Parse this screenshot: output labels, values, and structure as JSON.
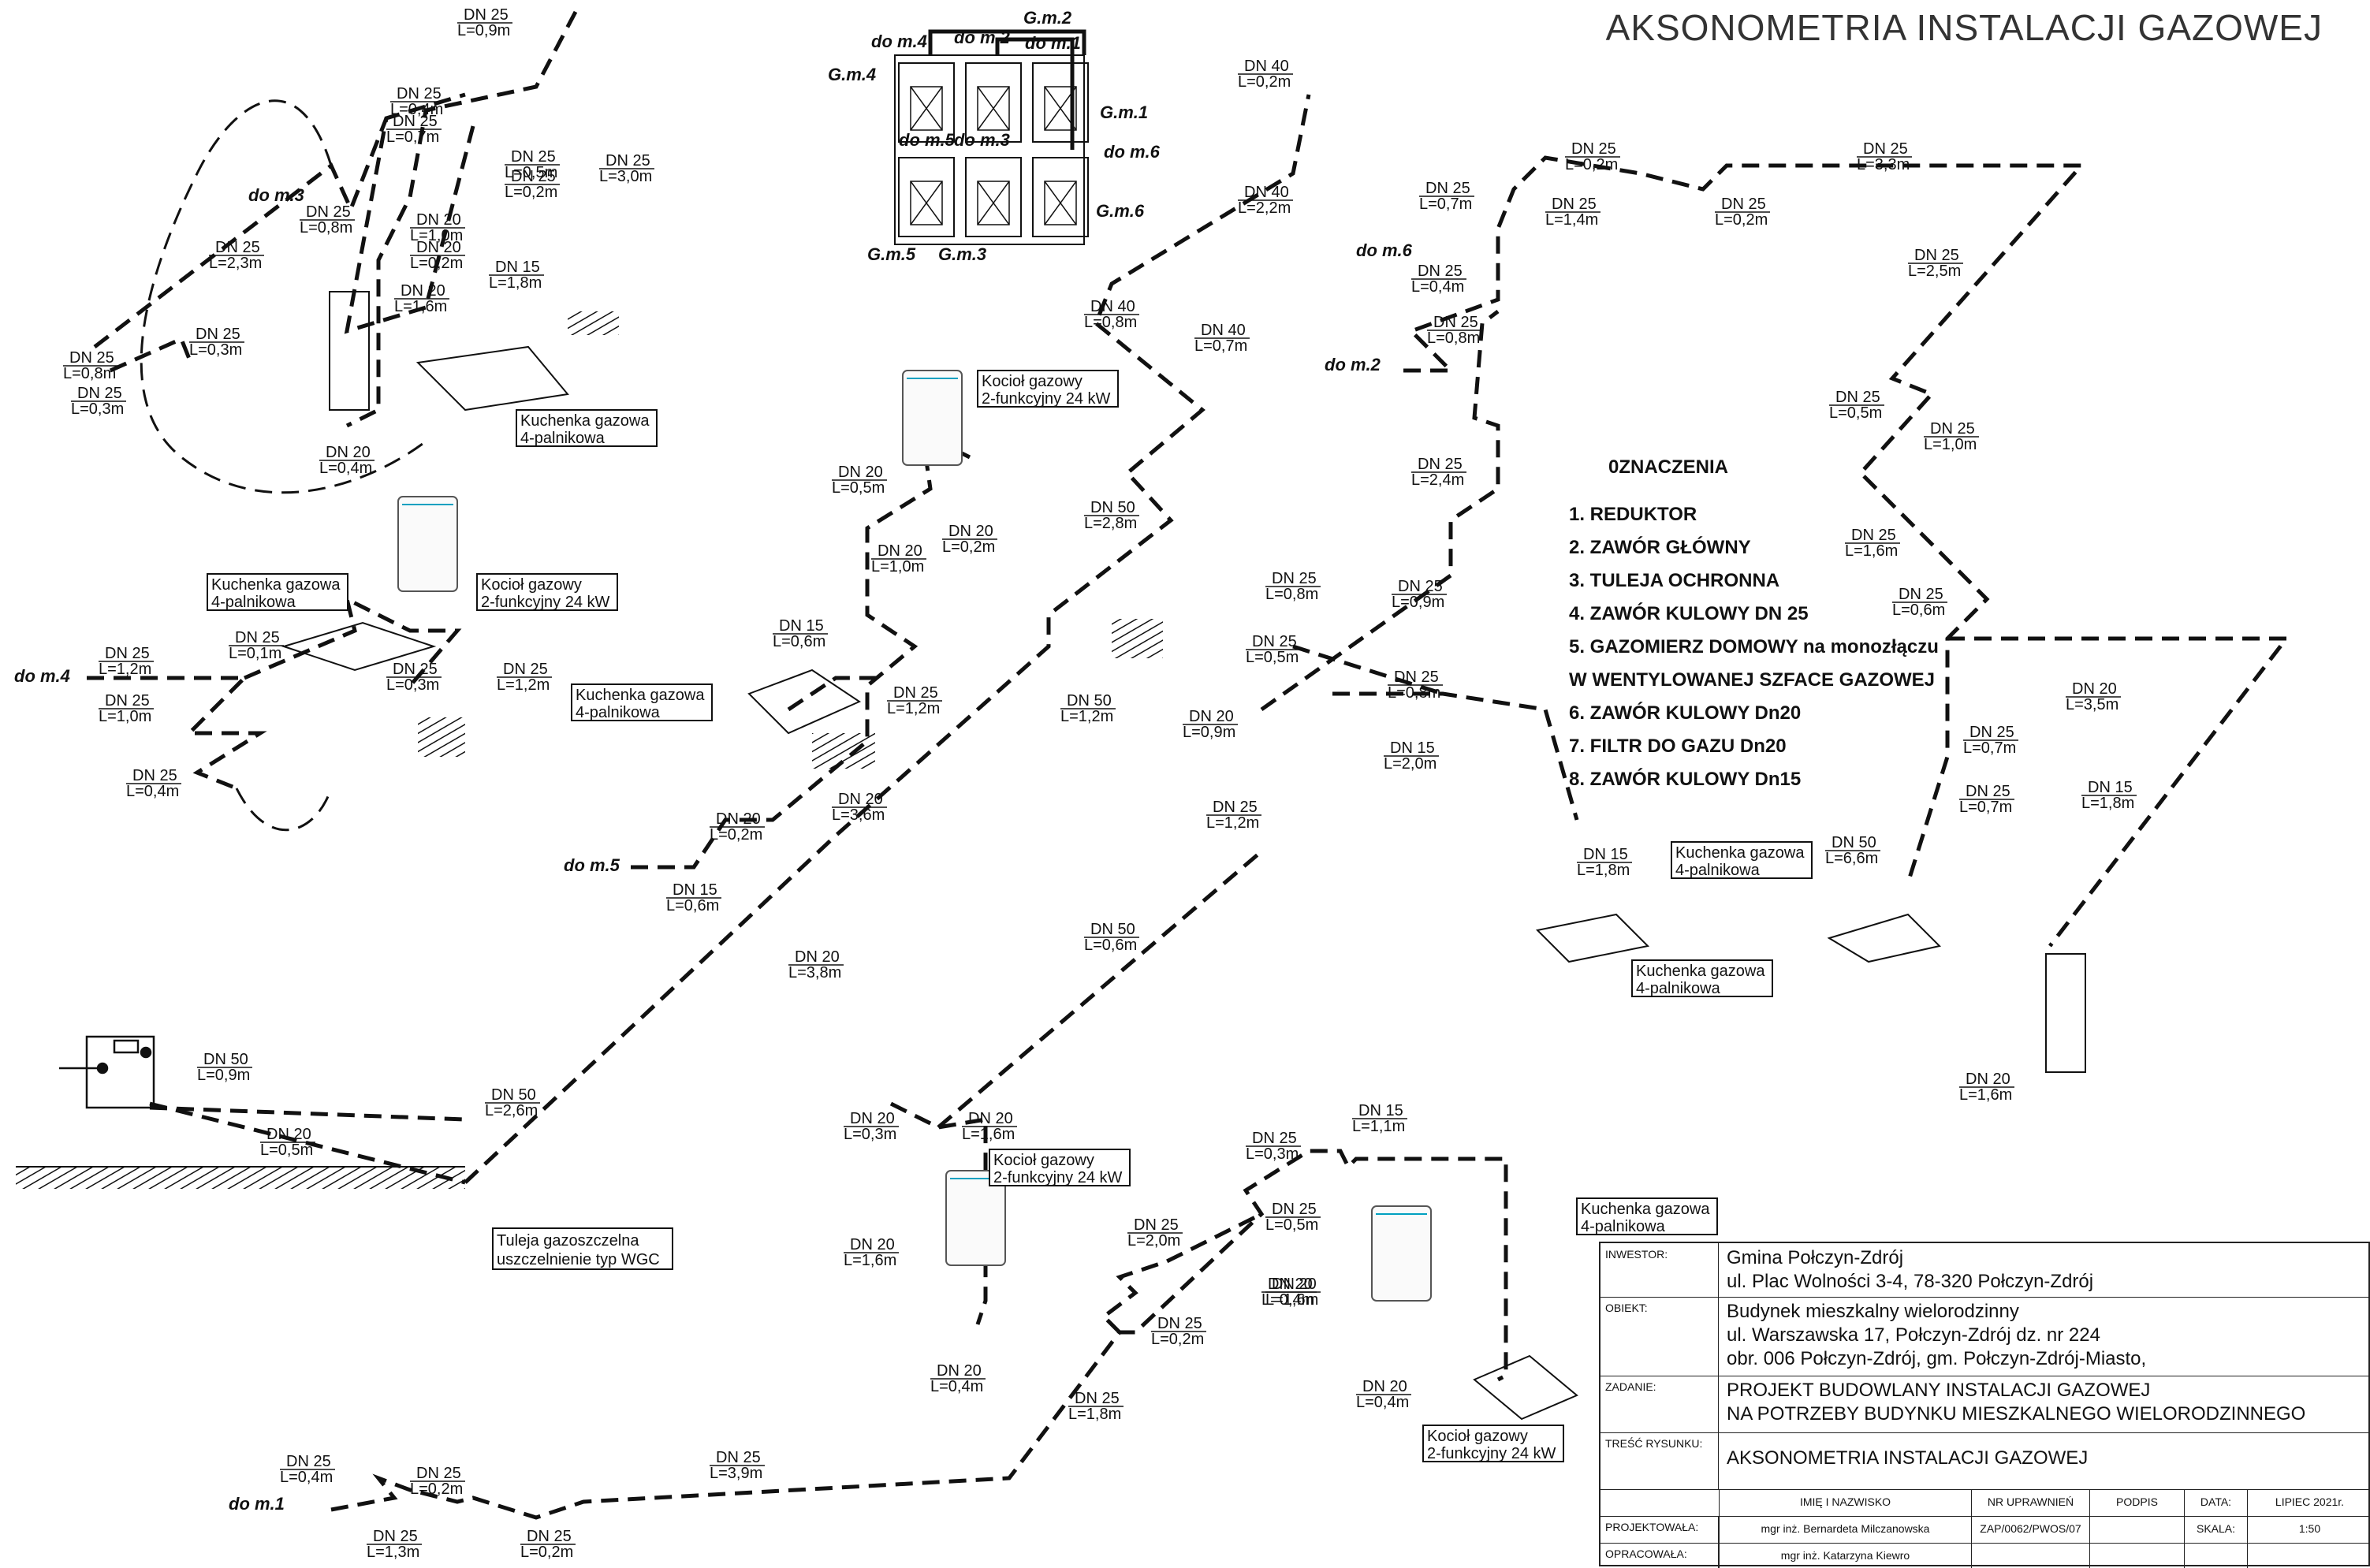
{
  "title": "AKSONOMETRIA INSTALACJI GAZOWEJ",
  "legend": {
    "heading": "0ZNACZENIA",
    "items": [
      "1. REDUKTOR",
      "2. ZAWÓR GŁÓWNY",
      "3. TULEJA OCHRONNA",
      "4. ZAWÓR KULOWY DN 25",
      "5. GAZOMIERZ DOMOWY na monozłączu",
      "W WENTYLOWANEJ SZFACE GAZOWEJ",
      "6. ZAWÓR KULOWY Dn20",
      "7. FILTR DO GAZU Dn20",
      "8. ZAWÓR KULOWY Dn15"
    ]
  },
  "meters": {
    "gm1": "G.m.1",
    "gm2": "G.m.2",
    "gm3": "G.m.3",
    "gm4": "G.m.4",
    "gm5": "G.m.5",
    "gm6": "G.m.6",
    "to1": "do m.1",
    "to2": "do m.2",
    "to3": "do m.3",
    "to4": "do m.4",
    "to5": "do m.5",
    "to6": "do m.6"
  },
  "devices": {
    "kuchenka_line1": "Kuchenka gazowa",
    "kuchenka_line2": "4-palnikowa",
    "kociol_line1": "Kocioł gazowy",
    "kociol_line2": "2-funkcyjny 24 kW",
    "tuleja_line1": "Tuleja gazoszczelna",
    "tuleja_line2": "uszczelnienie typ WGC"
  },
  "pipe_labels": [
    [
      "DN 25",
      "L=0,9m"
    ],
    [
      "DN 25",
      "L=0,4m"
    ],
    [
      "DN 25",
      "L=0,7m"
    ],
    [
      "DN 25",
      "L=0,5m"
    ],
    [
      "DN 25",
      "L=0,2m"
    ],
    [
      "DN 25",
      "L=3,0m"
    ],
    [
      "DN 25",
      "L=0,8m"
    ],
    [
      "DN 20",
      "L=1,0m"
    ],
    [
      "DN 20",
      "L=0,2m"
    ],
    [
      "DN 15",
      "L=1,8m"
    ],
    [
      "DN 20",
      "L=1,6m"
    ],
    [
      "DN 25",
      "L=2,3m"
    ],
    [
      "DN 25",
      "L=0,3m"
    ],
    [
      "DN 25",
      "L=0,8m"
    ],
    [
      "DN 25",
      "L=0,3m"
    ],
    [
      "DN 20",
      "L=0,4m"
    ],
    [
      "DN 40",
      "L=0,2m"
    ],
    [
      "DN 40",
      "L=2,2m"
    ],
    [
      "DN 40",
      "L=0,8m"
    ],
    [
      "DN 40",
      "L=0,7m"
    ],
    [
      "DN 25",
      "L=0,2m"
    ],
    [
      "DN 25",
      "L=3,3m"
    ],
    [
      "DN 25",
      "L=0,7m"
    ],
    [
      "DN 25",
      "L=1,4m"
    ],
    [
      "DN 25",
      "L=0,2m"
    ],
    [
      "DN 25",
      "L=0,4m"
    ],
    [
      "DN 25",
      "L=2,5m"
    ],
    [
      "DN 25",
      "L=0,8m"
    ],
    [
      "DN 25",
      "L=0,5m"
    ],
    [
      "DN 25",
      "L=1,0m"
    ],
    [
      "DN 25",
      "L=2,4m"
    ],
    [
      "DN 50",
      "L=2,8m"
    ],
    [
      "DN 20",
      "L=0,5m"
    ],
    [
      "DN 20",
      "L=0,2m"
    ],
    [
      "DN 20",
      "L=1,0m"
    ],
    [
      "DN 25",
      "L=1,6m"
    ],
    [
      "DN 25",
      "L=0,8m"
    ],
    [
      "DN 25",
      "L=0,9m"
    ],
    [
      "DN 25",
      "L=0,6m"
    ],
    [
      "DN 25",
      "L=1,2m"
    ],
    [
      "DN 25",
      "L=0,1m"
    ],
    [
      "DN 25",
      "L=0,3m"
    ],
    [
      "DN 25",
      "L=1,2m"
    ],
    [
      "DN 25",
      "L=1,0m"
    ],
    [
      "DN 25",
      "L=0,4m"
    ],
    [
      "DN 15",
      "L=0,6m"
    ],
    [
      "DN 25",
      "L=1,2m"
    ],
    [
      "DN 25",
      "L=0,5m"
    ],
    [
      "DN 25",
      "L=0,8m"
    ],
    [
      "DN 50",
      "L=1,2m"
    ],
    [
      "DN 20",
      "L=0,9m"
    ],
    [
      "DN 15",
      "L=2,0m"
    ],
    [
      "DN 20",
      "L=3,5m"
    ],
    [
      "DN 15",
      "L=1,8m"
    ],
    [
      "DN 25",
      "L=0,7m"
    ],
    [
      "DN 25",
      "L=0,7m"
    ],
    [
      "DN 20",
      "L=0,2m"
    ],
    [
      "DN 20",
      "L=3,6m"
    ],
    [
      "DN 25",
      "L=1,2m"
    ],
    [
      "DN 15",
      "L=1,8m"
    ],
    [
      "DN 15",
      "L=0,6m"
    ],
    [
      "DN 50",
      "L=6,6m"
    ],
    [
      "DN 20",
      "L=3,8m"
    ],
    [
      "DN 50",
      "L=0,6m"
    ],
    [
      "DN 50",
      "L=0,9m"
    ],
    [
      "DN 50",
      "L=2,6m"
    ],
    [
      "DN 20",
      "L=0,5m"
    ],
    [
      "DN 20",
      "L=0,3m"
    ],
    [
      "DN 20",
      "L=1,6m"
    ],
    [
      "DN 20",
      "L=1,6m"
    ],
    [
      "DN 20",
      "L=0,4m"
    ],
    [
      "DN 25",
      "L=0,3m"
    ],
    [
      "DN 15",
      "L=1,1m"
    ],
    [
      "DN 25",
      "L=0,5m"
    ],
    [
      "DN 25",
      "L=2,0m"
    ],
    [
      "DN 20",
      "L=1,6m"
    ],
    [
      "DN 20",
      "L=1,6m"
    ],
    [
      "DN 20",
      "L=0,4m"
    ],
    [
      "DN 25",
      "L=0,2m"
    ],
    [
      "DN 20",
      "L=0,4m"
    ],
    [
      "DN 25",
      "L=1,8m"
    ],
    [
      "DN 25",
      "L=0,4m"
    ],
    [
      "DN 25",
      "L=0,2m"
    ],
    [
      "DN 25",
      "L=3,9m"
    ],
    [
      "DN 25",
      "L=1,3m"
    ],
    [
      "DN 25",
      "L=0,2m"
    ]
  ],
  "title_block": {
    "inwestor_key": "INWESTOR:",
    "inwestor_1": "Gmina Połczyn-Zdrój",
    "inwestor_2": "ul. Plac Wolności 3-4, 78-320 Połczyn-Zdrój",
    "obiekt_key": "OBIEKT:",
    "obiekt_1": "Budynek mieszkalny wielorodzinny",
    "obiekt_2": "ul. Warszawska 17, Połczyn-Zdrój dz. nr 224",
    "obiekt_3": "obr. 006 Połczyn-Zdrój, gm. Połczyn-Zdrój-Miasto,",
    "zadanie_key": "ZADANIE:",
    "zadanie_1": "PROJEKT BUDOWLANY INSTALACJI GAZOWEJ",
    "zadanie_2": "NA POTRZEBY BUDYNKU MIESZKALNEGO WIELORODZINNEGO",
    "tresc_key": "TREŚĆ RYSUNKU:",
    "tresc": "AKSONOMETRIA INSTALACJI GAZOWEJ",
    "col_name": "IMIĘ I NAZWISKO",
    "col_nr": "NR UPRAWNIEŃ",
    "col_sign": "PODPIS",
    "col_date": "DATA:",
    "date": "LIPIEC 2021r.",
    "projektowala_key": "PROJEKTOWAŁA:",
    "projektowala": "mgr inż. Bernardeta Milczanowska",
    "projektowala_nr": "ZAP/0062/PWOS/07",
    "skala_key": "SKALA:",
    "skala": "1:50",
    "opracowala_key": "OPRACOWAŁA:",
    "opracowala": "mgr inż. Katarzyna Kiewro"
  }
}
